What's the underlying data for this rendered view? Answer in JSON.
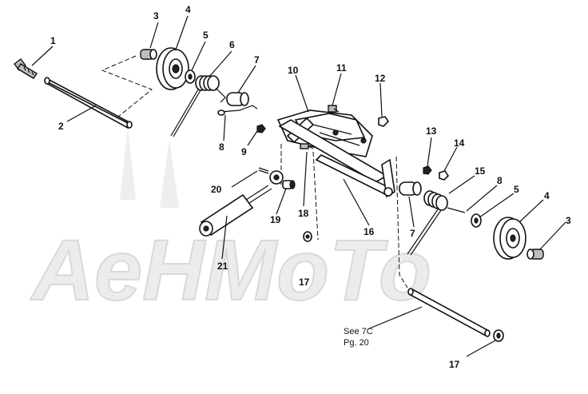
{
  "diagram": {
    "watermark": "AeHMoTo",
    "callouts": [
      {
        "id": "c1",
        "label": "1"
      },
      {
        "id": "c2",
        "label": "2"
      },
      {
        "id": "c3a",
        "label": "3"
      },
      {
        "id": "c4a",
        "label": "4"
      },
      {
        "id": "c5a",
        "label": "5"
      },
      {
        "id": "c6",
        "label": "6"
      },
      {
        "id": "c7a",
        "label": "7"
      },
      {
        "id": "c8a",
        "label": "8"
      },
      {
        "id": "c9",
        "label": "9"
      },
      {
        "id": "c10",
        "label": "10"
      },
      {
        "id": "c11",
        "label": "11"
      },
      {
        "id": "c12",
        "label": "12"
      },
      {
        "id": "c13",
        "label": "13"
      },
      {
        "id": "c14",
        "label": "14"
      },
      {
        "id": "c15",
        "label": "15"
      },
      {
        "id": "c8b",
        "label": "8"
      },
      {
        "id": "c5b",
        "label": "5"
      },
      {
        "id": "c4b",
        "label": "4"
      },
      {
        "id": "c3b",
        "label": "3"
      },
      {
        "id": "c16",
        "label": "16"
      },
      {
        "id": "c7b",
        "label": "7"
      },
      {
        "id": "c17a",
        "label": "17"
      },
      {
        "id": "c18",
        "label": "18"
      },
      {
        "id": "c19",
        "label": "19"
      },
      {
        "id": "c20",
        "label": "20"
      },
      {
        "id": "c21",
        "label": "21"
      },
      {
        "id": "c17b",
        "label": "17"
      }
    ],
    "reference_note": {
      "line1": "See 7C",
      "line2": "Pg. 20"
    }
  }
}
